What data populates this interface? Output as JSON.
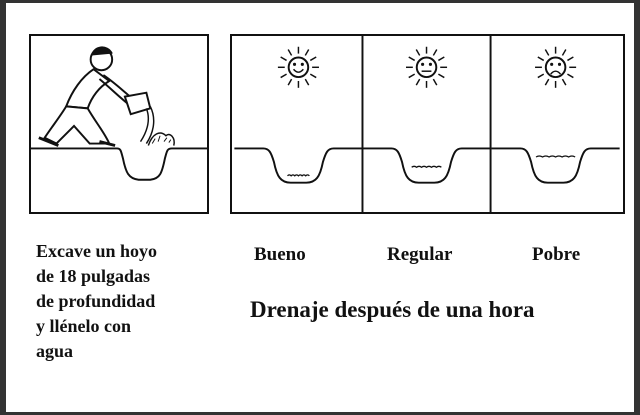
{
  "instruction_lines": [
    "Excave un hoyo",
    "de 18 pulgadas",
    "de profundidad",
    "y llénelo con",
    "agua"
  ],
  "panels": [
    {
      "label": "Bueno",
      "water_level": 0.2,
      "sun_face": "happy"
    },
    {
      "label": "Regular",
      "water_level": 0.45,
      "sun_face": "neutral"
    },
    {
      "label": "Pobre",
      "water_level": 0.75,
      "sun_face": "sad"
    }
  ],
  "main_caption": "Drenaje después de una hora",
  "colors": {
    "ink": "#111111",
    "paper": "#ffffff",
    "frame": "#333333"
  }
}
